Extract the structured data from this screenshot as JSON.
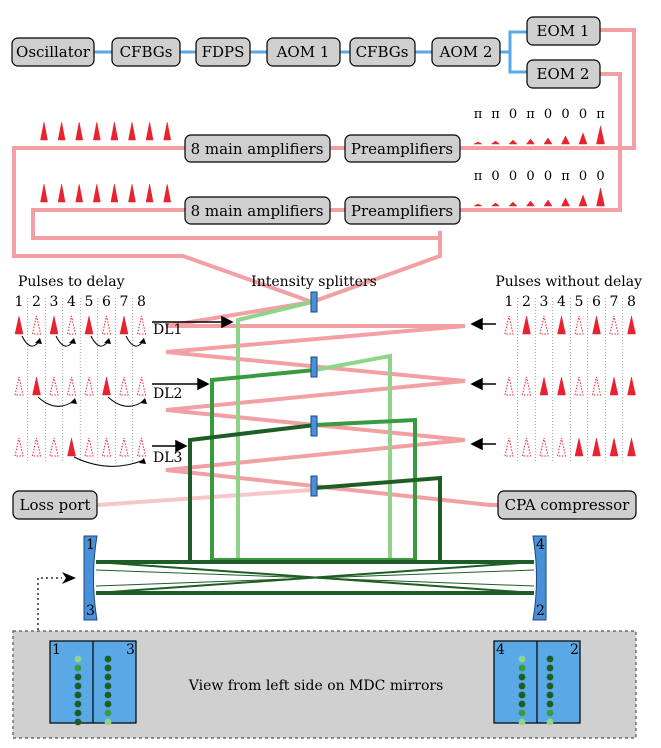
{
  "colors": {
    "fiber": "#5aa9e6",
    "beam": "#f2a0a3",
    "pulse": "#e8222e",
    "green_light": "#8fd48a",
    "green_mid": "#3a9a3f",
    "green_dark": "#1e5e26",
    "box": "#cfcfcf",
    "splitter": "#4a90d9",
    "panel": "#d0d0d0"
  },
  "boxes": {
    "oscillator": "Oscillator",
    "cfbgs_1": "CFBGs",
    "fdps": "FDPS",
    "aom1": "AOM 1",
    "cfbgs_2": "CFBGs",
    "aom2": "AOM 2",
    "eom1": "EOM 1",
    "eom2": "EOM 2",
    "main_amp_1": "8 main amplifiers",
    "pre_amp_1": "Preamplifiers",
    "main_amp_2": "8 main amplifiers",
    "pre_amp_2": "Preamplifiers",
    "loss_port": "Loss port",
    "cpa": "CPA compressor"
  },
  "phases": {
    "row1": [
      "π",
      "π",
      "0",
      "π",
      "0",
      "0",
      "0",
      "π"
    ],
    "row2": [
      "π",
      "0",
      "0",
      "0",
      "0",
      "π",
      "0",
      "0"
    ]
  },
  "labels": {
    "pulses_to_delay": "Pulses to delay",
    "intensity_splitters": "Intensity splitters",
    "pulses_without_delay": "Pulses without delay",
    "dl1": "DL1",
    "dl2": "DL2",
    "dl3": "DL3",
    "pulse_numbers": [
      "1",
      "2",
      "3",
      "4",
      "5",
      "6",
      "7",
      "8"
    ],
    "view_text": "View from left side on MDC mirrors",
    "mirror_left_top": "1",
    "mirror_left_bottom": "3",
    "mirror_right_top": "4",
    "mirror_right_bottom": "2",
    "panel_left_a": "1",
    "panel_left_b": "3",
    "panel_right_a": "4",
    "panel_right_b": "2"
  }
}
